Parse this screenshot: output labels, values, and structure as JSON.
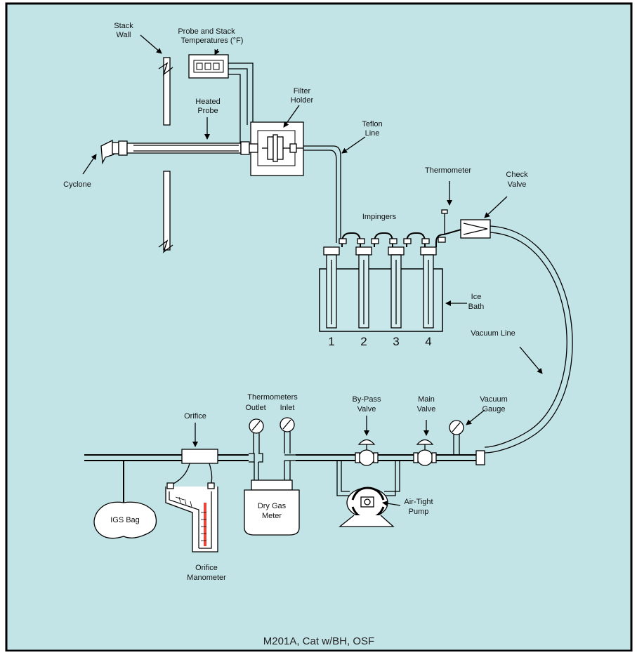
{
  "colors": {
    "background": "#c3e4e7",
    "frame": "#000000",
    "manometer_fluid": "#e8453c"
  },
  "labels": {
    "stack_wall": [
      "Stack",
      "Wall"
    ],
    "probe_temps": [
      "Probe and Stack",
      "Temperatures (°F)"
    ],
    "heated_probe": [
      "Heated",
      "Probe"
    ],
    "filter_holder": [
      "Filter",
      "Holder"
    ],
    "teflon_line": [
      "Teflon",
      "Line"
    ],
    "cyclone": "Cyclone",
    "thermometer": "Thermometer",
    "check_valve": [
      "Check",
      "Valve"
    ],
    "impingers": "Impingers",
    "ice_bath": [
      "Ice",
      "Bath"
    ],
    "vacuum_line": "Vacuum Line",
    "thermometers": "Thermometers",
    "outlet": "Outlet",
    "inlet": "Inlet",
    "bypass_valve": [
      "By-Pass",
      "Valve"
    ],
    "main_valve": [
      "Main",
      "Valve"
    ],
    "vacuum_gauge": [
      "Vacuum",
      "Gauge"
    ],
    "orifice": "Orifice",
    "igs_bag": "IGS Bag",
    "dry_gas_meter": [
      "Dry Gas",
      "Meter"
    ],
    "air_tight_pump": [
      "Air-Tight",
      "Pump"
    ],
    "orifice_manometer": [
      "Orifice",
      "Manometer"
    ]
  },
  "impinger_numbers": [
    "1",
    "2",
    "3",
    "4"
  ],
  "caption": "M201A, Cat w/BH, OSF"
}
